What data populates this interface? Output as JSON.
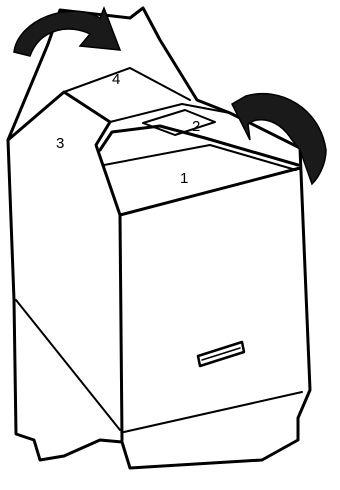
{
  "diagram": {
    "labels": {
      "flap_1": "1",
      "flap_2": "2",
      "flap_3": "3",
      "flap_4": "4"
    },
    "colors": {
      "stroke": "#000000",
      "arrow_fill": "#1a1a1a",
      "background": "#ffffff"
    },
    "icons": [
      "curved-arrow-left-icon",
      "curved-arrow-right-icon"
    ]
  }
}
